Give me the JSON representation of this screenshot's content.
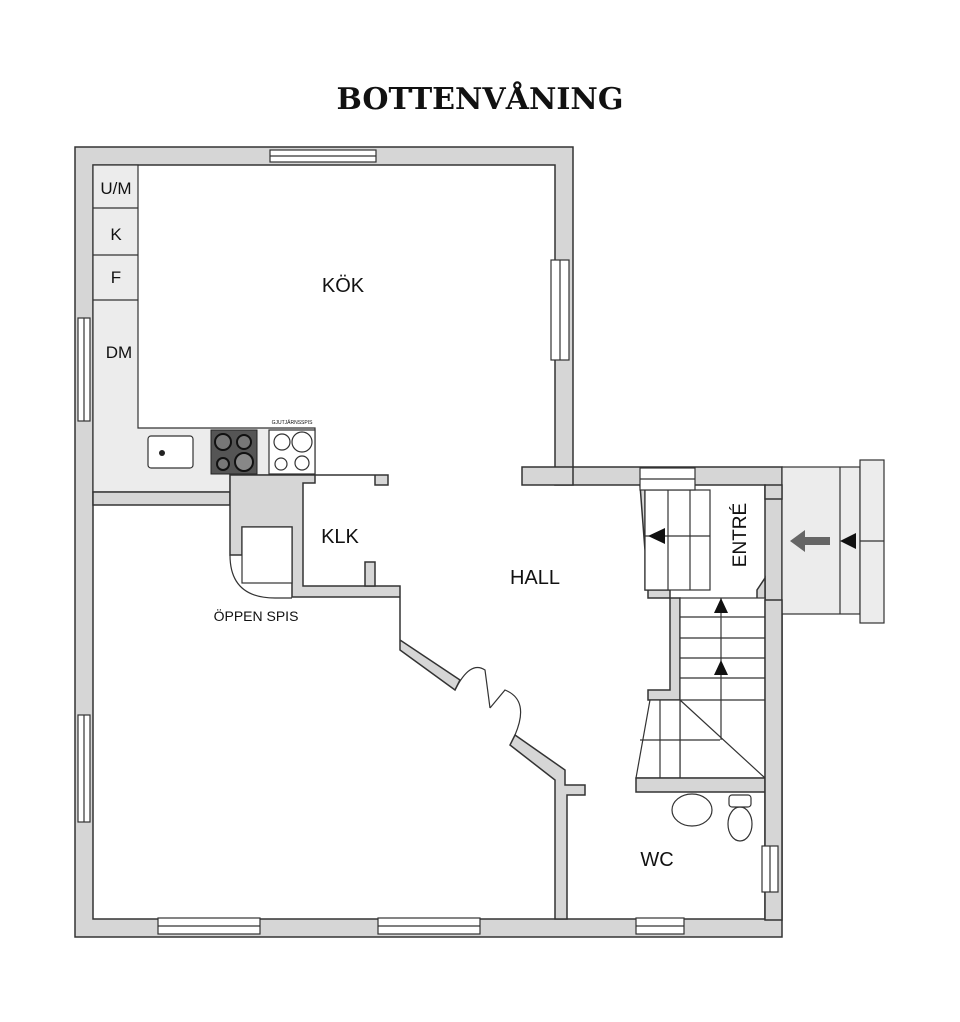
{
  "title": "BOTTENVÅNING",
  "rooms": {
    "kitchen": "KÖK",
    "closet": "KLK",
    "hall": "HALL",
    "entrance": "ENTRÉ",
    "wc": "WC",
    "fireplace": "ÖPPEN SPIS"
  },
  "kitchen_units": {
    "um": "U/M",
    "k": "K",
    "f": "F",
    "dm": "DM",
    "stove_note": "GJUTJÄRNSSPIS"
  },
  "colors": {
    "wall": "#d6d6d6",
    "outline": "#333333",
    "counter": "#ececec"
  }
}
